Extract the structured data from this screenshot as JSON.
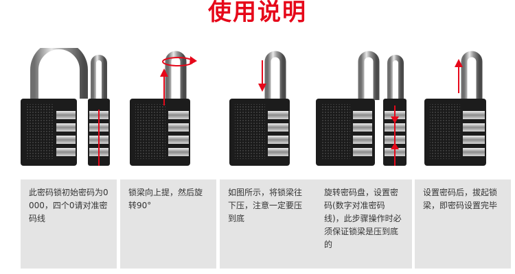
{
  "header": {
    "title": "使用说明"
  },
  "steps": [
    {
      "text": "此密码锁初始密码为0000，四个0请对准密码线"
    },
    {
      "text": "锁梁向上提，然后旋转90°"
    },
    {
      "text": "如图所示，将锁梁往下压，注意一定要压到底"
    },
    {
      "text": "旋转密码盘，设置密码(数字对准密码线)，此步骤操作时必须保证锁梁是压到底的"
    },
    {
      "text": "设置密码后，拔起锁梁，即密码设置完毕"
    }
  ],
  "colors": {
    "accent": "#e6081a",
    "card_bg": "#e4e4e4",
    "lock_body": "#1c1c1c",
    "shackle": "#b8b8b8"
  }
}
